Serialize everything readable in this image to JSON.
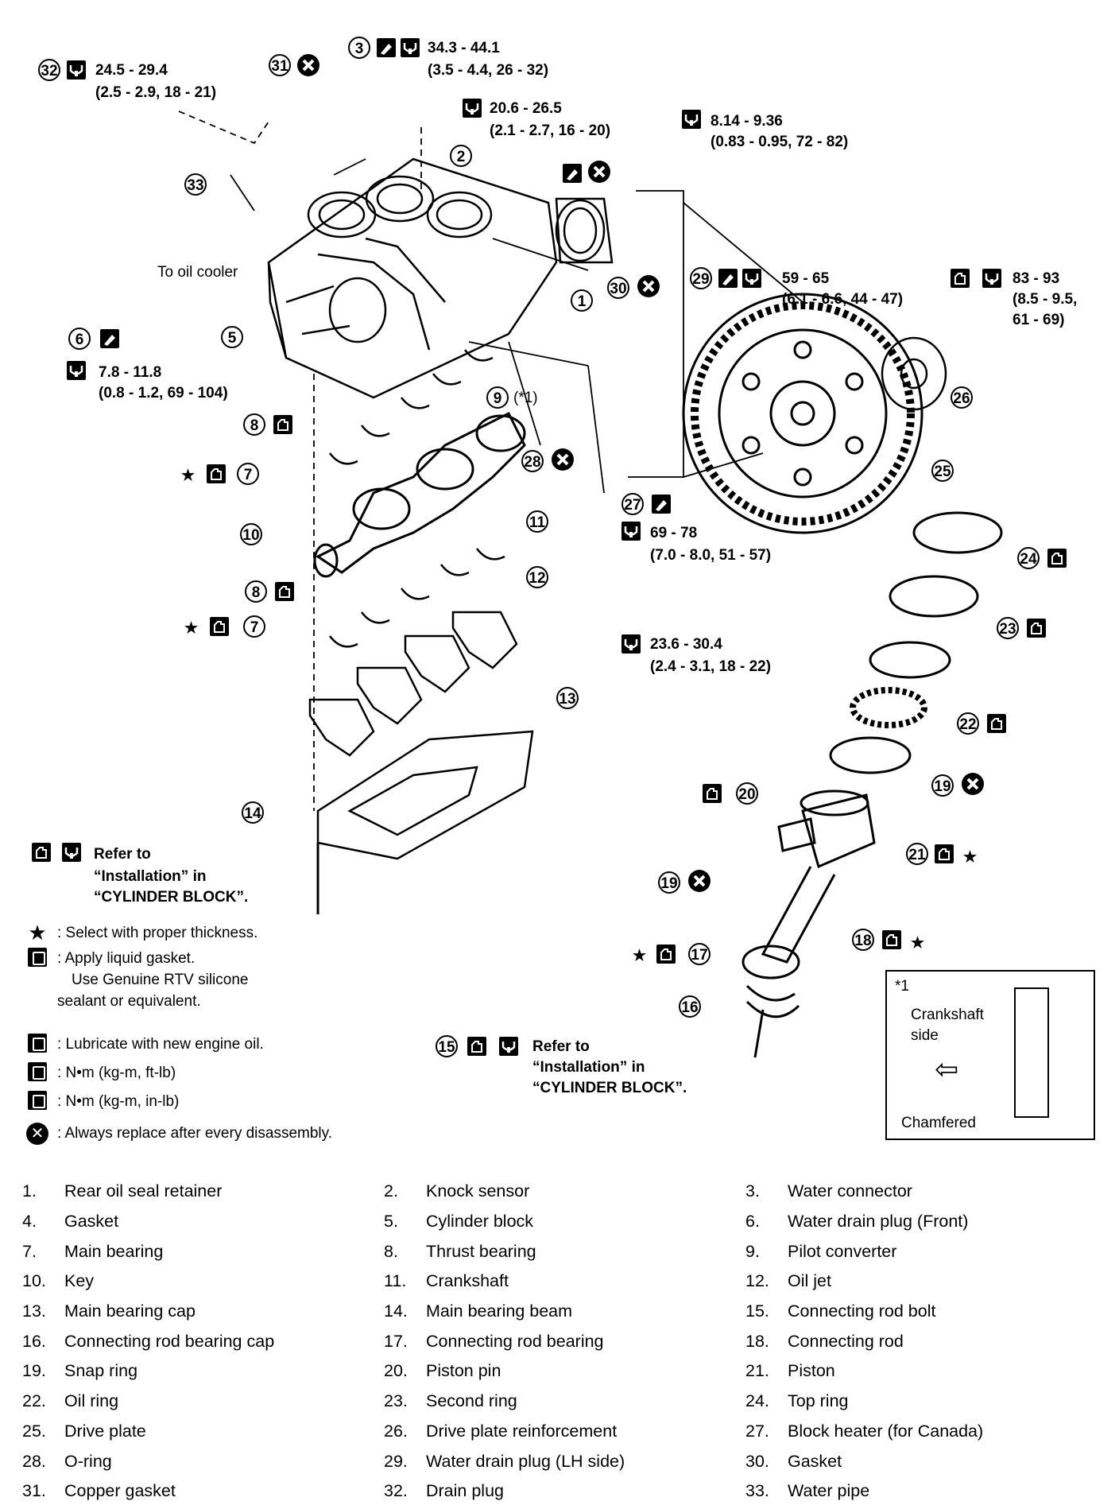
{
  "callouts": {
    "c32": {
      "num": "32",
      "line1": "24.5 - 29.4",
      "line2": "(2.5 - 2.9, 18 - 21)"
    },
    "c31": {
      "num": "31"
    },
    "c3": {
      "num": "3",
      "line1": "34.3 - 44.1",
      "line2": "(3.5 - 4.4, 26 - 32)"
    },
    "c2": {
      "num": "2",
      "line1": "20.6 - 26.5",
      "line2": "(2.1 - 2.7, 16 - 20)"
    },
    "c_tr": {
      "line1": "8.14 - 9.36",
      "line2": "(0.83 - 0.95, 72 - 82)"
    },
    "c33": {
      "num": "33",
      "note": "To oil cooler"
    },
    "c29": {
      "num": "29",
      "line1": "59 - 65",
      "line2": "(6.1 - 6.6, 44 - 47)"
    },
    "c_fly": {
      "line1": "83 - 93",
      "line2": "(8.5 - 9.5,",
      "line3": "61 - 69)"
    },
    "c6": {
      "num": "6",
      "line1": "7.8 - 11.8",
      "line2": "(0.8 - 1.2, 69 - 104)"
    },
    "c5": {
      "num": "5"
    },
    "c1": {
      "num": "1"
    },
    "c30": {
      "num": "30"
    },
    "c26": {
      "num": "26"
    },
    "c8a": {
      "num": "8"
    },
    "c9": {
      "num": "9",
      "note": "(*1)"
    },
    "c28": {
      "num": "28"
    },
    "c7a": {
      "num": "7"
    },
    "c25": {
      "num": "25"
    },
    "c27": {
      "num": "27",
      "line1": "69 - 78",
      "line2": "(7.0 - 8.0, 51 - 57)"
    },
    "c11": {
      "num": "11"
    },
    "c10": {
      "num": "10"
    },
    "c12": {
      "num": "12"
    },
    "c24": {
      "num": "24"
    },
    "c8b": {
      "num": "8"
    },
    "c7b": {
      "num": "7"
    },
    "c23": {
      "num": "23"
    },
    "c_oil": {
      "line1": "23.6 - 30.4",
      "line2": "(2.4 - 3.1, 18 - 22)"
    },
    "c13": {
      "num": "13"
    },
    "c22": {
      "num": "22"
    },
    "c14": {
      "num": "14"
    },
    "c20": {
      "num": "20"
    },
    "c19a": {
      "num": "19"
    },
    "c21": {
      "num": "21"
    },
    "c19b": {
      "num": "19"
    },
    "c18": {
      "num": "18"
    },
    "c17": {
      "num": "17"
    },
    "c16": {
      "num": "16"
    },
    "c15": {
      "num": "15",
      "line1": "Refer to",
      "line2": "“Installation” in",
      "line3": "“CYLINDER BLOCK”."
    },
    "c_beam": {
      "line1": "Refer to",
      "line2": "“Installation” in",
      "line3": "“CYLINDER BLOCK”."
    }
  },
  "inset": {
    "ref": "*1",
    "side_line1": "Crankshaft",
    "side_line2": "side",
    "chamfered": "Chamfered"
  },
  "legend": [
    {
      "icon": "star-icon",
      "text": ": Select with proper thickness."
    },
    {
      "icon": "liquid-gasket-icon",
      "text": ": Apply liquid gasket.",
      "text2": "Use Genuine RTV silicone",
      "text3": "sealant or equivalent."
    },
    {
      "icon": "oil-can-icon",
      "text": ": Lubricate with new engine oil."
    },
    {
      "icon": "torque-icon",
      "text": ": N•m (kg-m, ft-lb)"
    },
    {
      "icon": "torque-inlb-icon",
      "text": ": N•m (kg-m, in-lb)"
    },
    {
      "icon": "replace-x-icon",
      "text": ": Always replace after every disassembly."
    }
  ],
  "parts": [
    {
      "n": "1.",
      "name": "Rear oil seal retainer"
    },
    {
      "n": "2.",
      "name": "Knock sensor"
    },
    {
      "n": "3.",
      "name": "Water connector"
    },
    {
      "n": "4.",
      "name": "Gasket"
    },
    {
      "n": "5.",
      "name": "Cylinder block"
    },
    {
      "n": "6.",
      "name": "Water drain plug (Front)"
    },
    {
      "n": "7.",
      "name": "Main bearing"
    },
    {
      "n": "8.",
      "name": "Thrust bearing"
    },
    {
      "n": "9.",
      "name": "Pilot converter"
    },
    {
      "n": "10.",
      "name": "Key"
    },
    {
      "n": "11.",
      "name": "Crankshaft"
    },
    {
      "n": "12.",
      "name": "Oil jet"
    },
    {
      "n": "13.",
      "name": "Main bearing cap"
    },
    {
      "n": "14.",
      "name": "Main bearing beam"
    },
    {
      "n": "15.",
      "name": "Connecting rod bolt"
    },
    {
      "n": "16.",
      "name": "Connecting rod bearing cap"
    },
    {
      "n": "17.",
      "name": "Connecting rod bearing"
    },
    {
      "n": "18.",
      "name": "Connecting rod"
    },
    {
      "n": "19.",
      "name": "Snap ring"
    },
    {
      "n": "20.",
      "name": "Piston pin"
    },
    {
      "n": "21.",
      "name": "Piston"
    },
    {
      "n": "22.",
      "name": "Oil ring"
    },
    {
      "n": "23.",
      "name": "Second ring"
    },
    {
      "n": "24.",
      "name": "Top ring"
    },
    {
      "n": "25.",
      "name": "Drive plate"
    },
    {
      "n": "26.",
      "name": "Drive plate reinforcement"
    },
    {
      "n": "27.",
      "name": "Block heater (for Canada)"
    },
    {
      "n": "28.",
      "name": "O-ring"
    },
    {
      "n": "29.",
      "name": "Water drain plug (LH side)"
    },
    {
      "n": "30.",
      "name": "Gasket"
    },
    {
      "n": "31.",
      "name": "Copper gasket"
    },
    {
      "n": "32.",
      "name": "Drain plug"
    },
    {
      "n": "33.",
      "name": "Water pipe"
    }
  ]
}
